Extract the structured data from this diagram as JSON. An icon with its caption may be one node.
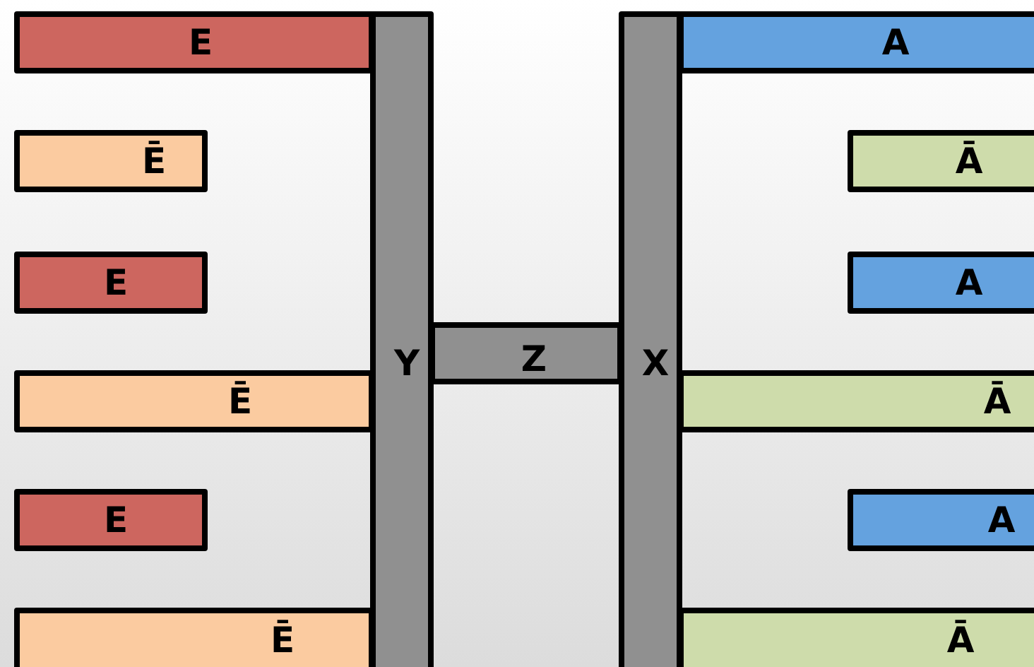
{
  "diagram": {
    "nodes": [
      {
        "text": [
          "E"
        ]
      },
      {
        "text": [
          "Ē"
        ]
      },
      {
        "text": [
          "E"
        ]
      },
      {
        "text": [
          "Ē"
        ]
      },
      {
        "text": [
          "E"
        ]
      },
      {
        "text": [
          "Ē"
        ]
      },
      {
        "text": [
          "Y"
        ]
      },
      {
        "text": [
          "Z"
        ]
      },
      {
        "text": [
          "X"
        ]
      },
      {
        "text": [
          "A"
        ]
      },
      {
        "text": [
          "Ā"
        ]
      },
      {
        "text": [
          "A"
        ]
      },
      {
        "text": [
          "Ā"
        ]
      },
      {
        "text": [
          "A"
        ]
      },
      {
        "text": [
          "Ā"
        ]
      }
    ]
  }
}
